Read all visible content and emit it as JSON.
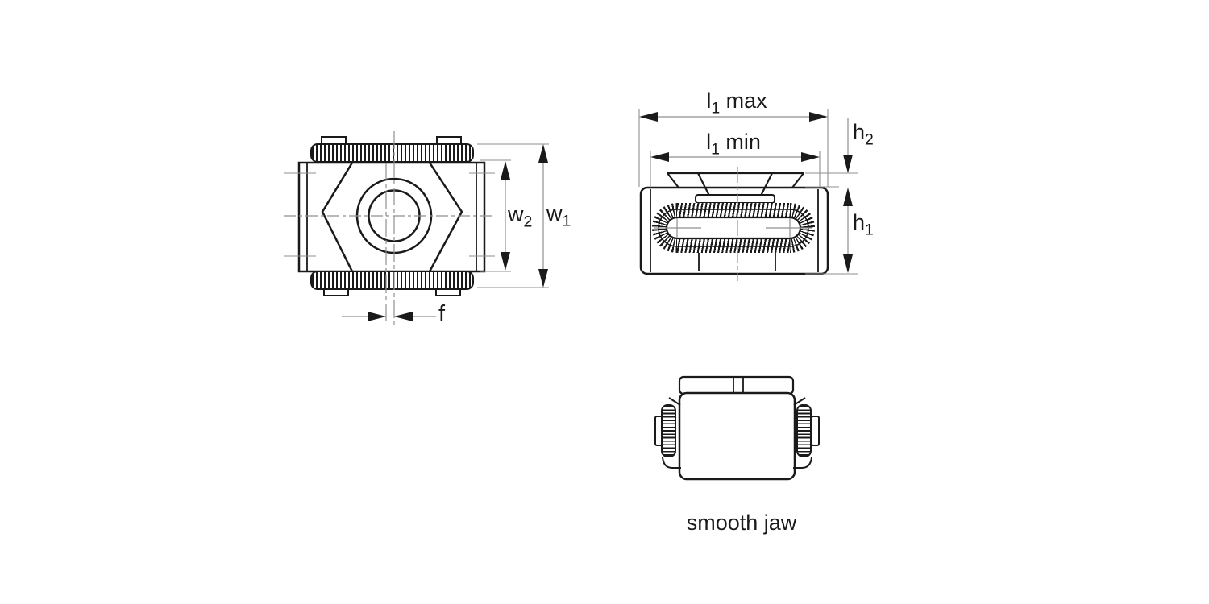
{
  "figure": {
    "type": "technical-drawing",
    "caption": "smooth jaw",
    "dimension_labels": {
      "l1_max": {
        "base": "l",
        "sub": "1",
        "suffix": " max"
      },
      "l1_min": {
        "base": "l",
        "sub": "1",
        "suffix": " min"
      },
      "h2": {
        "base": "h",
        "sub": "2",
        "suffix": ""
      },
      "h1": {
        "base": "h",
        "sub": "1",
        "suffix": ""
      },
      "w2": {
        "base": "w",
        "sub": "2",
        "suffix": ""
      },
      "w1": {
        "base": "w",
        "sub": "1",
        "suffix": ""
      },
      "f": {
        "base": "f",
        "sub": "",
        "suffix": ""
      }
    },
    "colors": {
      "outline": "#1a1a1a",
      "dimension_lines": "#8f8f8f",
      "background": "#ffffff"
    }
  }
}
